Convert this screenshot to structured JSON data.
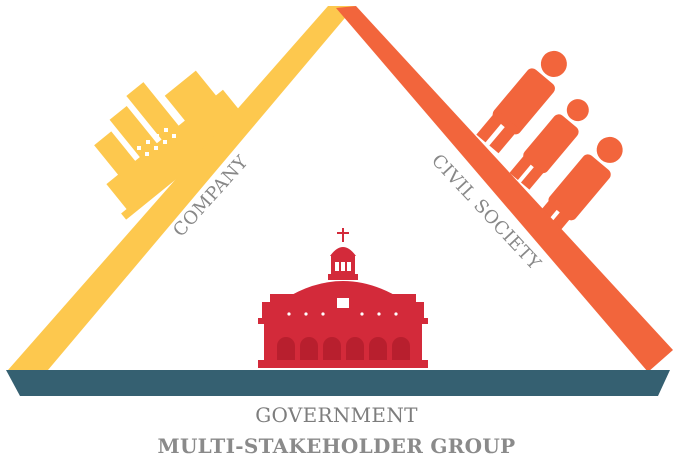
{
  "labels": {
    "company": "COMPANY",
    "civil_society": "CIVIL SOCIETY",
    "government": "GOVERNMENT",
    "group": "MULTI-STAKEHOLDER GROUP"
  },
  "colors": {
    "company": "#FDC84E",
    "civil_society": "#F2653C",
    "government": "#D32A3A",
    "base": "#356071",
    "text": "#888888"
  },
  "icons": {
    "company": "factory-icon",
    "civil_society": "people-icon",
    "government": "capitol-building-icon"
  }
}
